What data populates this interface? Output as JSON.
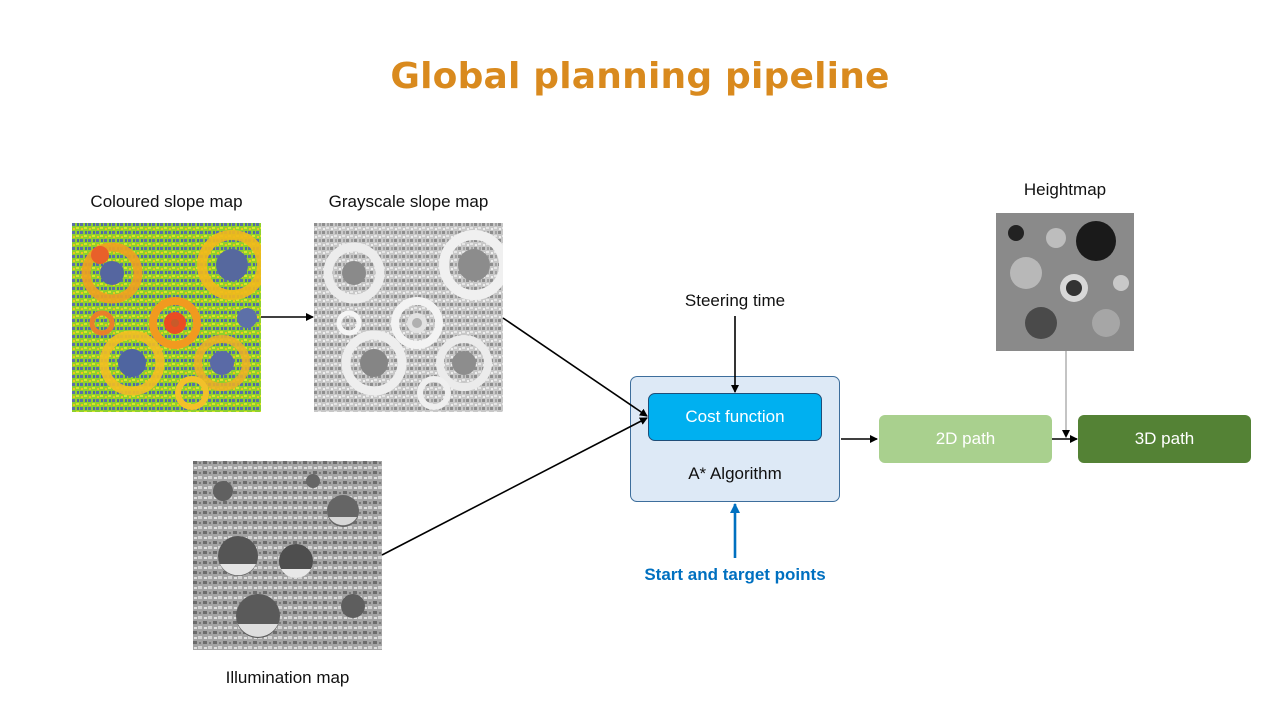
{
  "title": "Global planning pipeline",
  "inputs": {
    "coloured_slope_map": "Coloured slope map",
    "grayscale_slope_map": "Grayscale slope map",
    "illumination_map": "Illumination map",
    "heightmap": "Heightmap",
    "steering_time": "Steering time",
    "start_and_target_points": "Start and target points"
  },
  "process": {
    "cost_function": "Cost function",
    "algorithm": "A* Algorithm"
  },
  "outputs": {
    "path_2d": "2D path",
    "path_3d": "3D path"
  },
  "colors": {
    "title": "#d98a1e",
    "cost_function_fill": "#00b0f0",
    "algorithm_fill": "#dde9f6",
    "path_2d_fill": "#a9d08e",
    "path_3d_fill": "#548235",
    "start_points_arrow": "#0070c0"
  }
}
